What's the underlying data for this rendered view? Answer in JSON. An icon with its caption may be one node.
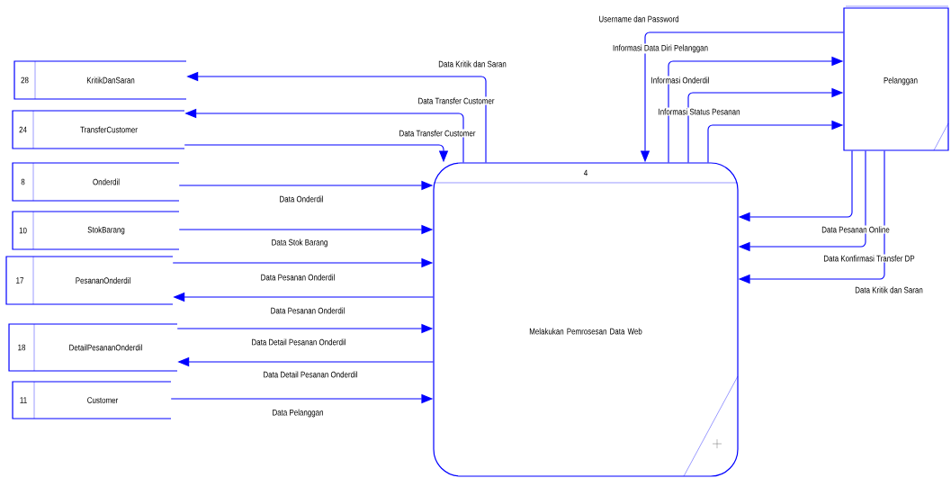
{
  "diagram": {
    "nodes": [
      {
        "text": [
          "28",
          "KritikDanSaran"
        ]
      },
      {
        "text": [
          "24",
          "TransferCustomer"
        ]
      },
      {
        "text": [
          "8",
          "Onderdil"
        ]
      },
      {
        "text": [
          "10",
          "StokBarang"
        ]
      },
      {
        "text": [
          "17",
          "PesananOnderdil"
        ]
      },
      {
        "text": [
          "18",
          "DetailPesananOnderdil"
        ]
      },
      {
        "text": [
          "11",
          "Customer"
        ]
      },
      {
        "text": [
          "4",
          "Melakukan Pemrosesan Data Web"
        ]
      },
      {
        "text": [
          "Pelanggan"
        ]
      }
    ],
    "edges": [
      {
        "from": 7,
        "to": 0,
        "arrow": "to",
        "label": "Data Kritik dan Saran"
      },
      {
        "from": 7,
        "to": 1,
        "arrow": "to",
        "label": "Data Transfer Customer"
      },
      {
        "from": 1,
        "to": 7,
        "arrow": "to",
        "label": "Data Transfer Customer"
      },
      {
        "from": 2,
        "to": 7,
        "arrow": "to",
        "label": "Data Onderdil"
      },
      {
        "from": 3,
        "to": 7,
        "arrow": "to",
        "label": "Data Stok Barang"
      },
      {
        "from": 4,
        "to": 7,
        "arrow": "to",
        "label": "Data Pesanan Onderdil"
      },
      {
        "from": 7,
        "to": 4,
        "arrow": "to",
        "label": "Data Pesanan Onderdil"
      },
      {
        "from": 5,
        "to": 7,
        "arrow": "to",
        "label": "Data Detail Pesanan Onderdil"
      },
      {
        "from": 7,
        "to": 5,
        "arrow": "to",
        "label": "Data Detail Pesanan Onderdil"
      },
      {
        "from": 6,
        "to": 7,
        "arrow": "to",
        "label": "Data Pelanggan"
      },
      {
        "from": 8,
        "to": 7,
        "arrow": "to",
        "label": "Username dan Password"
      },
      {
        "from": 7,
        "to": 8,
        "arrow": "to",
        "label": "Informasi Data Diri Pelanggan"
      },
      {
        "from": 7,
        "to": 8,
        "arrow": "to",
        "label": "Informasi Onderdil"
      },
      {
        "from": 7,
        "to": 8,
        "arrow": "to",
        "label": "Informasi Status Pesanan"
      },
      {
        "from": 8,
        "to": 7,
        "arrow": "to",
        "label": "Data Pesanan Online"
      },
      {
        "from": 8,
        "to": 7,
        "arrow": "to",
        "label": "Data Konfirmasi Transfer DP"
      },
      {
        "from": 8,
        "to": 7,
        "arrow": "to",
        "label": "Data Kritik dan Saran"
      }
    ]
  }
}
